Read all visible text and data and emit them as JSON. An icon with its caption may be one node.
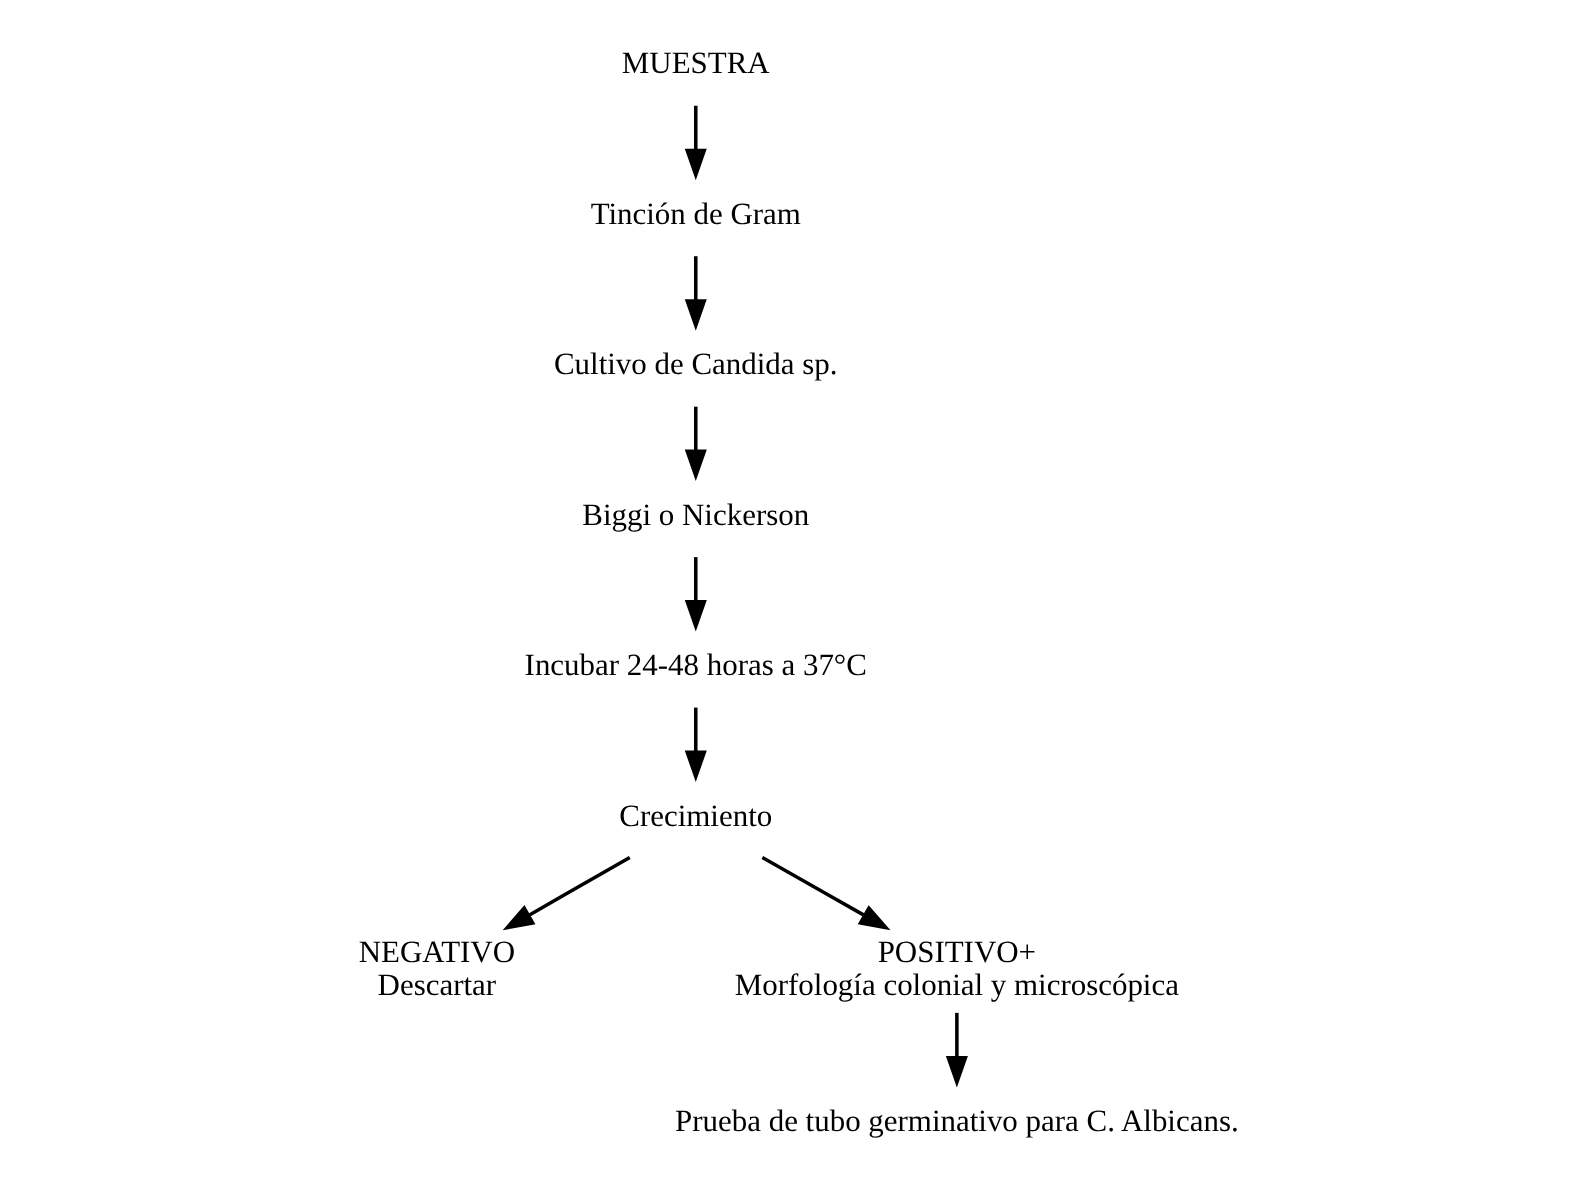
{
  "diagram": {
    "nodes": [
      {
        "text": [
          "MUESTRA"
        ]
      },
      {
        "text": [
          "Tinción de Gram"
        ]
      },
      {
        "text": [
          "Cultivo de Candida sp."
        ]
      },
      {
        "text": [
          "Biggi o Nickerson"
        ]
      },
      {
        "text": [
          "Incubar 24-48 horas a 37°C"
        ]
      },
      {
        "text": [
          "Crecimiento"
        ]
      },
      {
        "text": [
          "NEGATIVO",
          "Descartar"
        ]
      },
      {
        "text": [
          "POSITIVO+",
          "Morfología colonial y microscópica"
        ]
      },
      {
        "text": [
          "Prueba de tubo germinativo para C. Albicans."
        ]
      }
    ],
    "edges": [
      {
        "from": 0,
        "to": 1,
        "arrow": "to"
      },
      {
        "from": 1,
        "to": 2,
        "arrow": "to"
      },
      {
        "from": 2,
        "to": 3,
        "arrow": "to"
      },
      {
        "from": 3,
        "to": 4,
        "arrow": "to"
      },
      {
        "from": 4,
        "to": 5,
        "arrow": "to"
      },
      {
        "from": 5,
        "to": 6,
        "arrow": "to"
      },
      {
        "from": 5,
        "to": 7,
        "arrow": "to"
      },
      {
        "from": 7,
        "to": 8,
        "arrow": "to"
      }
    ]
  }
}
